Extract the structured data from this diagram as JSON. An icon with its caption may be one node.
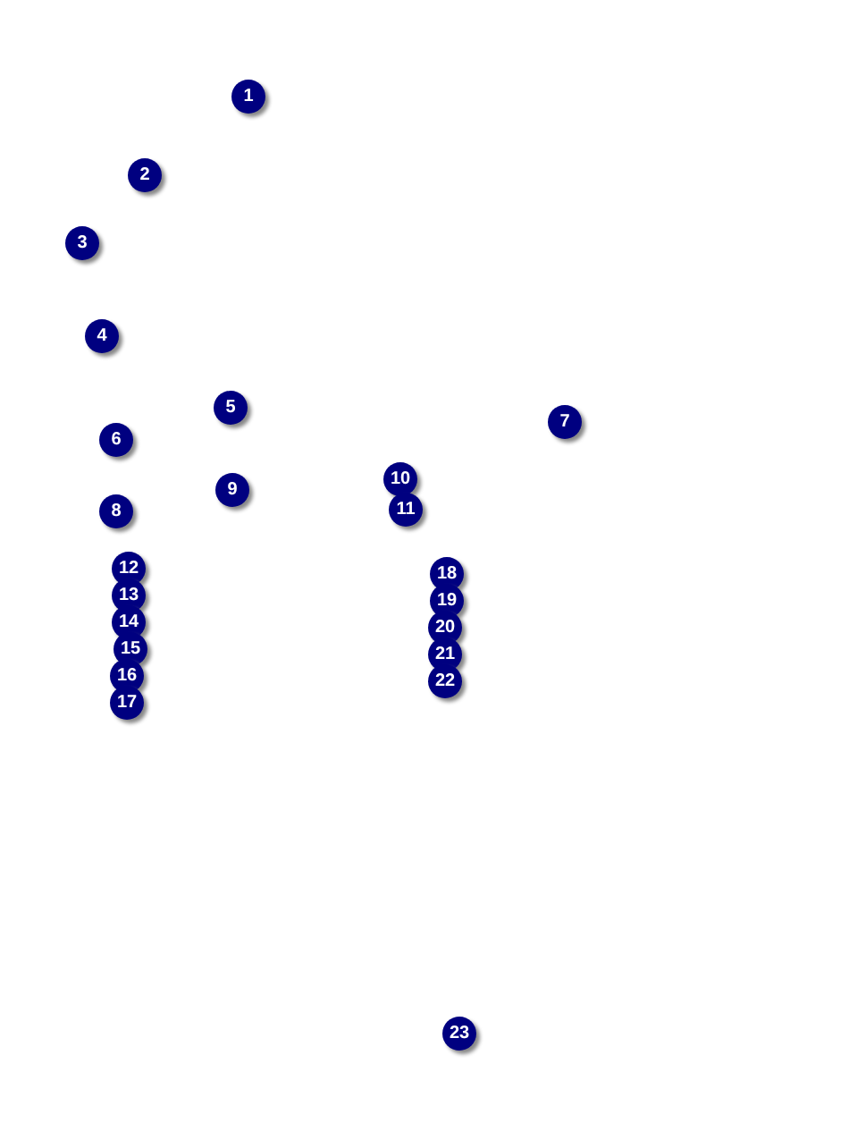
{
  "diagram": {
    "labels": [
      "1",
      "2",
      "3",
      "4",
      "5",
      "6",
      "7",
      "8",
      "9",
      "10",
      "11",
      "12",
      "13",
      "14",
      "15",
      "16",
      "17",
      "18",
      "19",
      "20",
      "21",
      "22",
      "23"
    ]
  }
}
